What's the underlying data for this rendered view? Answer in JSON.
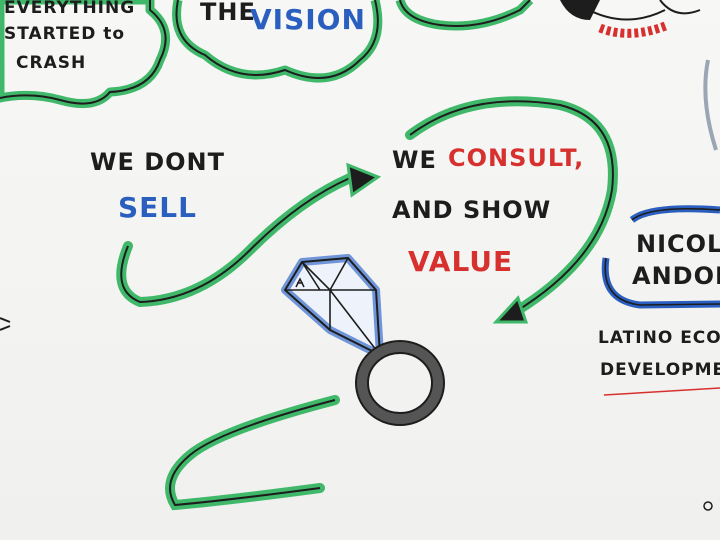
{
  "top_left_cloud": {
    "line1": "EVERYTHING",
    "line2": "STARTED to",
    "line3": "CRASH"
  },
  "top_center_cloud": {
    "prefix": "THE",
    "word": "VISION"
  },
  "left_note": {
    "line1": "WE DONT",
    "emphasis": "SELL"
  },
  "center_note": {
    "we": "WE",
    "consult": "CONSULT,",
    "line2": "AND SHOW",
    "value": "VALUE"
  },
  "speaker": {
    "first_name": "NICOLE",
    "last_name": "ANDONIE",
    "org_line1": "LATINO ECONO",
    "org_line2": "DEVELOPMENT"
  },
  "colors": {
    "green": "#3fb86a",
    "blue": "#2a5fc0",
    "red": "#d7312f",
    "ink": "#1d1d1d"
  },
  "icons": [
    "diamond-ring-icon",
    "green-arrow-icon",
    "thought-cloud-icon"
  ]
}
